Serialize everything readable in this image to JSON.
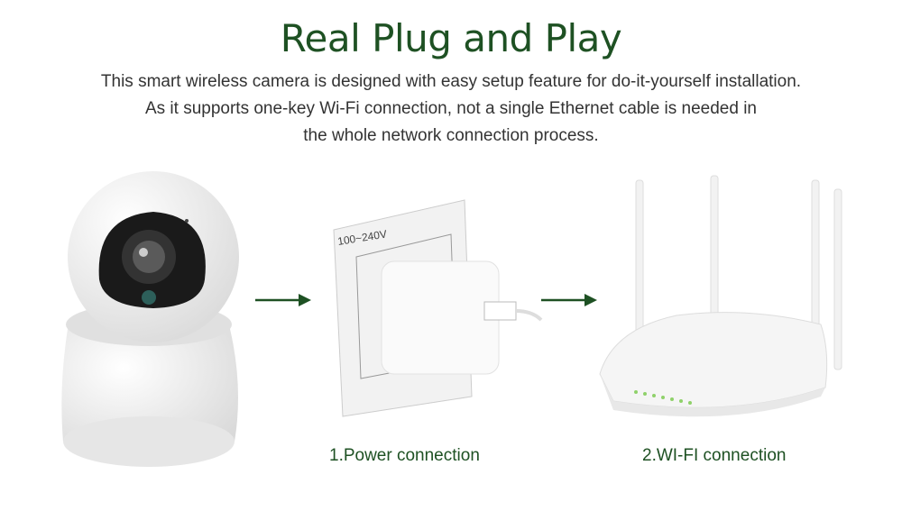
{
  "header": {
    "title": "Real Plug and Play",
    "description": [
      "This smart wireless camera is designed with easy setup feature for do-it-yourself installation.",
      "As it supports one-key Wi-Fi connection, not a single Ethernet cable is needed in",
      "the whole network connection process."
    ]
  },
  "steps": {
    "power": {
      "caption": "1.Power connection",
      "socket_label": "100~240V"
    },
    "wifi": {
      "caption": "2.WI-FI connection"
    }
  },
  "colors": {
    "accent": "#1e5123",
    "text": "#333333"
  }
}
